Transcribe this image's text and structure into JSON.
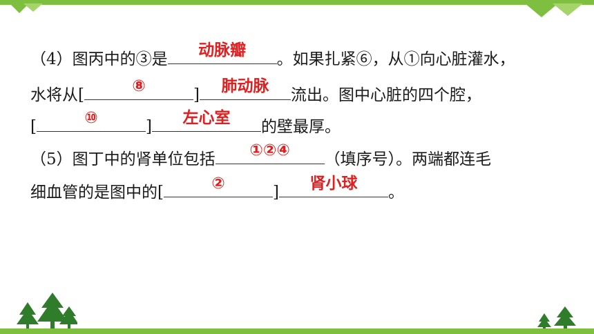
{
  "q4": {
    "line1": {
      "prefix": "（4）图丙中的③是",
      "blank1": "动脉瓣",
      "suffix": "。如果扎紧⑥，从①向心脏灌水，"
    },
    "line2": {
      "prefix": "水将从[",
      "blank1": "⑧",
      "mid": "]",
      "blank2": "肺动脉",
      "suffix": "流出。图中心脏的四个腔，"
    },
    "line3": {
      "prefix": "[",
      "blank1": "⑩",
      "mid": "]",
      "blank2": "左心室",
      "suffix": "的壁最厚。"
    }
  },
  "q5": {
    "line1": {
      "prefix": "（5）图丁中的肾单位包括",
      "blank1": "①②④",
      "suffix": "（填序号）。两端都连毛"
    },
    "line2": {
      "prefix": "细血管的是图中的[",
      "blank1": "②",
      "mid": "]",
      "blank2": "肾小球",
      "suffix": "。"
    }
  },
  "colors": {
    "accent_green": "#7fbf3f",
    "answer_red": "#e02020"
  }
}
